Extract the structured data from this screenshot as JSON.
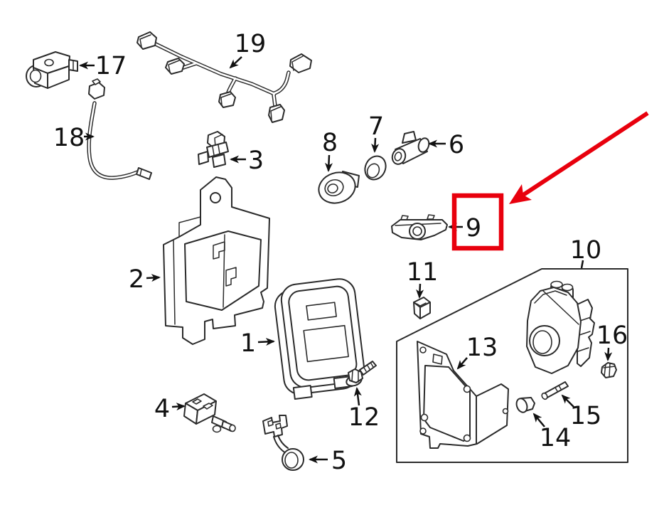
{
  "figure": {
    "type": "exploded-parts-diagram",
    "background": "#ffffff",
    "line_color": "#2b2b2b",
    "label_color": "#111111",
    "highlight_color": "#e8000d"
  },
  "callouts": [
    {
      "id": 1,
      "label": "1"
    },
    {
      "id": 2,
      "label": "2"
    },
    {
      "id": 3,
      "label": "3"
    },
    {
      "id": 4,
      "label": "4"
    },
    {
      "id": 5,
      "label": "5"
    },
    {
      "id": 6,
      "label": "6"
    },
    {
      "id": 7,
      "label": "7"
    },
    {
      "id": 8,
      "label": "8"
    },
    {
      "id": 9,
      "label": "9"
    },
    {
      "id": 10,
      "label": "10"
    },
    {
      "id": 11,
      "label": "11"
    },
    {
      "id": 12,
      "label": "12"
    },
    {
      "id": 13,
      "label": "13"
    },
    {
      "id": 14,
      "label": "14"
    },
    {
      "id": 15,
      "label": "15"
    },
    {
      "id": 16,
      "label": "16"
    },
    {
      "id": 17,
      "label": "17"
    },
    {
      "id": 18,
      "label": "18"
    },
    {
      "id": 19,
      "label": "19"
    }
  ],
  "highlight": {
    "highlighted_callout": "9",
    "style": "red box with red arrow annotation",
    "color": "#e8000d"
  }
}
